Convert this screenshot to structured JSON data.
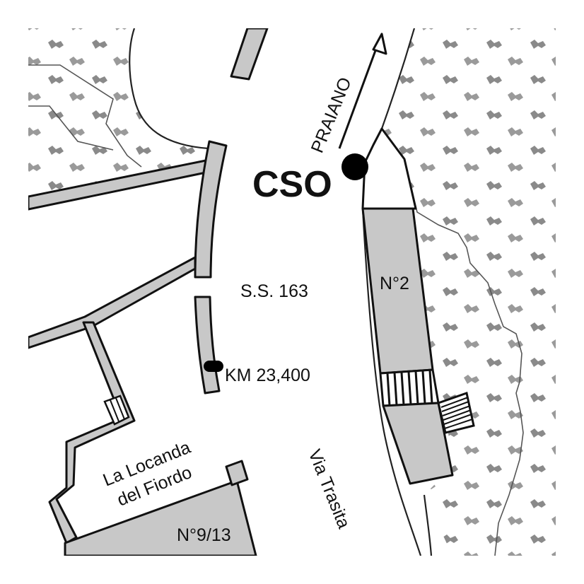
{
  "map": {
    "background_color": "#ffffff",
    "vegetation_color": "#8a8a8a",
    "building_color": "#c8c8c8",
    "outline_color": "#111111",
    "marker_color": "#000000"
  },
  "labels": {
    "cso": "CSO",
    "praiano": "PRAIANO",
    "road_ss": "S.S. 163",
    "km": "KM 23,400",
    "building_n2": "N°2",
    "building_n913": "N°9/13",
    "locanda_line1": "La Locanda",
    "locanda_line2": "del Fiordo",
    "via_trasita": "Via Trasita"
  },
  "icons": {
    "arrow": "arrow-up-right-icon",
    "cso_marker": "filled-circle-icon",
    "km_marker": "pill-marker-icon"
  }
}
